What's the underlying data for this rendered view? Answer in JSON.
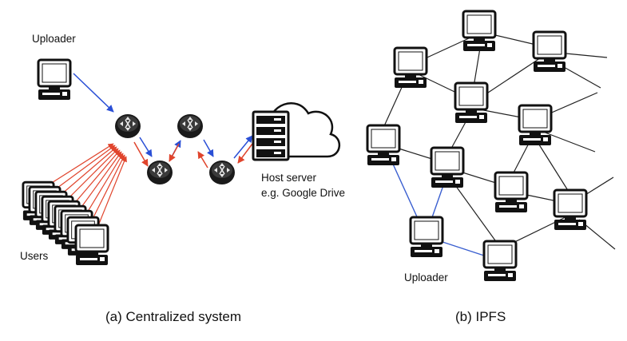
{
  "panel_a": {
    "caption": "(a) Centralized system",
    "uploader_label": "Uploader",
    "users_label": "Users",
    "host_label_line1": "Host server",
    "host_label_line2": "e.g. Google Drive"
  },
  "panel_b": {
    "caption": "(b) IPFS",
    "uploader_label": "Uploader"
  },
  "colors": {
    "upload_path": "#2a4fd6",
    "download_path": "#e0442c",
    "ipfs_link": "#222222",
    "ipfs_path": "#3a5fd0"
  },
  "icons": [
    "computer-icon",
    "router-icon",
    "server-rack-icon",
    "cloud-icon"
  ]
}
